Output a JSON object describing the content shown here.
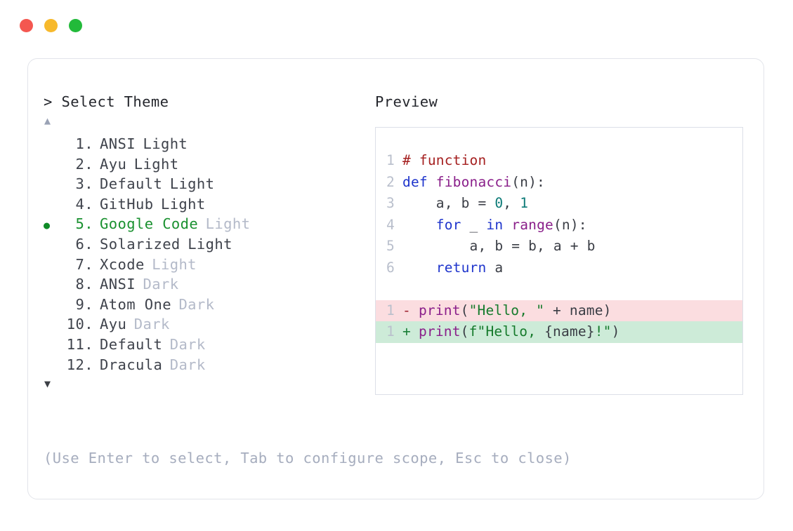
{
  "window": {
    "traffic_lights": [
      {
        "name": "close",
        "color": "#f45750"
      },
      {
        "name": "minimize",
        "color": "#f7b92c"
      },
      {
        "name": "maximize",
        "color": "#22ba3a"
      }
    ]
  },
  "selector": {
    "prompt_symbol": "> ",
    "prompt_label": "Select Theme",
    "scroll_up_icon": "▲",
    "scroll_down_icon": "▼",
    "selected_bullet": "●",
    "selected_index": 5,
    "accent_color": "#1a9130",
    "items": [
      {
        "index": "1.",
        "name": "ANSI",
        "variant": "Light",
        "variant_dim": false,
        "selected": false
      },
      {
        "index": "2.",
        "name": "Ayu",
        "variant": "Light",
        "variant_dim": false,
        "selected": false
      },
      {
        "index": "3.",
        "name": "Default",
        "variant": "Light",
        "variant_dim": false,
        "selected": false
      },
      {
        "index": "4.",
        "name": "GitHub",
        "variant": "Light",
        "variant_dim": false,
        "selected": false
      },
      {
        "index": "5.",
        "name": "Google Code",
        "variant": "Light",
        "variant_dim": true,
        "selected": true
      },
      {
        "index": "6.",
        "name": "Solarized",
        "variant": "Light",
        "variant_dim": false,
        "selected": false
      },
      {
        "index": "7.",
        "name": "Xcode",
        "variant": "Light",
        "variant_dim": true,
        "selected": false
      },
      {
        "index": "8.",
        "name": "ANSI",
        "variant": "Dark",
        "variant_dim": true,
        "selected": false
      },
      {
        "index": "9.",
        "name": "Atom One",
        "variant": "Dark",
        "variant_dim": true,
        "selected": false
      },
      {
        "index": "10.",
        "name": "Ayu",
        "variant": "Dark",
        "variant_dim": true,
        "selected": false
      },
      {
        "index": "11.",
        "name": "Default",
        "variant": "Dark",
        "variant_dim": true,
        "selected": false
      },
      {
        "index": "12.",
        "name": "Dracula",
        "variant": "Dark",
        "variant_dim": true,
        "selected": false
      }
    ],
    "hint": "(Use Enter to select, Tab to configure scope, Esc to close)"
  },
  "preview": {
    "label": "Preview",
    "code_lines": [
      {
        "ln": "1",
        "tokens": [
          {
            "t": "# function",
            "c": "t-com"
          }
        ]
      },
      {
        "ln": "2",
        "tokens": [
          {
            "t": "def ",
            "c": "t-kw"
          },
          {
            "t": "fibonacci",
            "c": "t-fn"
          },
          {
            "t": "(n):",
            "c": "t-pln"
          }
        ]
      },
      {
        "ln": "3",
        "tokens": [
          {
            "t": "    a, b = ",
            "c": "t-pln"
          },
          {
            "t": "0",
            "c": "t-num"
          },
          {
            "t": ", ",
            "c": "t-pln"
          },
          {
            "t": "1",
            "c": "t-num"
          }
        ]
      },
      {
        "ln": "4",
        "tokens": [
          {
            "t": "    ",
            "c": "t-pln"
          },
          {
            "t": "for",
            "c": "t-kw"
          },
          {
            "t": " _ ",
            "c": "t-pln"
          },
          {
            "t": "in",
            "c": "t-kw"
          },
          {
            "t": " ",
            "c": "t-pln"
          },
          {
            "t": "range",
            "c": "t-fn"
          },
          {
            "t": "(n):",
            "c": "t-pln"
          }
        ]
      },
      {
        "ln": "5",
        "tokens": [
          {
            "t": "        a, b = b, a + b",
            "c": "t-pln"
          }
        ]
      },
      {
        "ln": "6",
        "tokens": [
          {
            "t": "    ",
            "c": "t-pln"
          },
          {
            "t": "return",
            "c": "t-kw"
          },
          {
            "t": " a",
            "c": "t-pln"
          }
        ]
      }
    ],
    "diff_lines": [
      {
        "ln": "1",
        "kind": "del",
        "sign": "-",
        "tokens": [
          {
            "t": "print",
            "c": "t-fn"
          },
          {
            "t": "(",
            "c": "t-pln"
          },
          {
            "t": "\"Hello, \"",
            "c": "t-str"
          },
          {
            "t": " + name)",
            "c": "t-pln"
          }
        ]
      },
      {
        "ln": "1",
        "kind": "add",
        "sign": "+",
        "tokens": [
          {
            "t": "print",
            "c": "t-fn"
          },
          {
            "t": "(",
            "c": "t-pln"
          },
          {
            "t": "f\"Hello, ",
            "c": "t-str"
          },
          {
            "t": "{name}",
            "c": "t-pln"
          },
          {
            "t": "!\"",
            "c": "t-str"
          },
          {
            "t": ")",
            "c": "t-pln"
          }
        ]
      }
    ],
    "diff_colors": {
      "delete_bg": "#fbdde0",
      "add_bg": "#cdebd8"
    }
  }
}
